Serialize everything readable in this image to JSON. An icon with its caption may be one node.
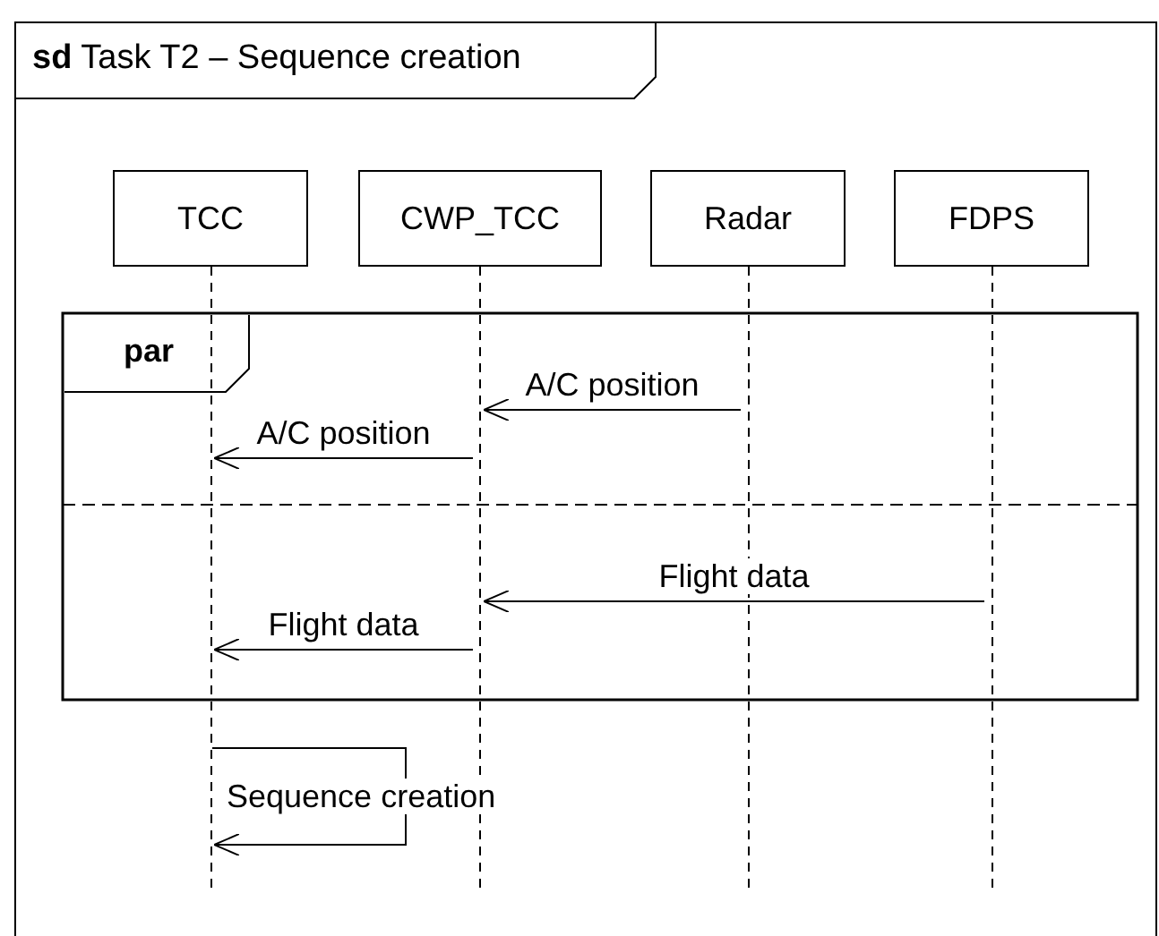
{
  "diagram": {
    "nodes": [
      {
        "text": [
          "**sd** Task T2 – Sequence creation"
        ]
      },
      {
        "text": [
          "TCC"
        ],
        "in": 0
      },
      {
        "text": [
          "CWP_TCC"
        ],
        "in": 0
      },
      {
        "text": [
          "Radar"
        ],
        "in": 0
      },
      {
        "text": [
          "FDPS"
        ],
        "in": 0
      },
      {
        "text": [
          "par"
        ],
        "in": 0
      },
      {
        "text": [],
        "shape": "line",
        "in": 0
      },
      {
        "text": [],
        "shape": "line",
        "in": 0
      },
      {
        "text": [],
        "shape": "line",
        "in": 0
      },
      {
        "text": [],
        "shape": "line",
        "in": 0
      }
    ],
    "edges": [
      {
        "from": 8,
        "to": 7,
        "arrow": "to",
        "label": "A/C position"
      },
      {
        "from": 7,
        "to": 6,
        "arrow": "to",
        "label": "A/C position"
      },
      {
        "from": 9,
        "to": 7,
        "arrow": "to",
        "label": "Flight data"
      },
      {
        "from": 7,
        "to": 6,
        "arrow": "to",
        "label": "Flight data"
      },
      {
        "from": 6,
        "to": 6,
        "arrow": "to",
        "label": "Sequence creation"
      }
    ]
  }
}
